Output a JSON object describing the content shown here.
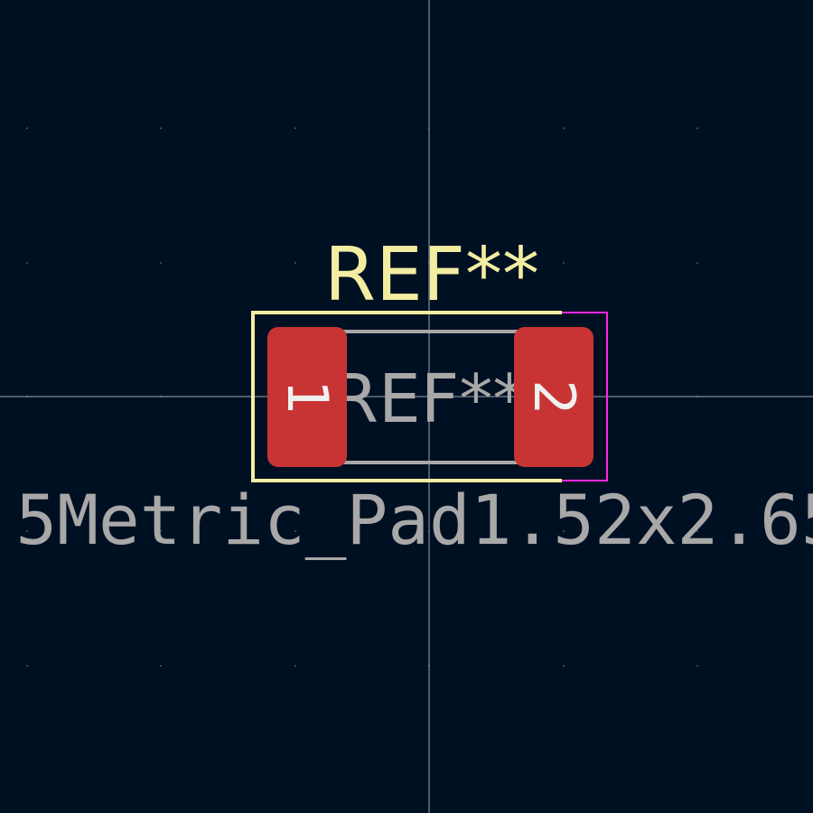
{
  "colors": {
    "background": "#001023",
    "grid_dot": "#4a5566",
    "crosshair": "#b8bec7",
    "silkscreen": "#f2eda1",
    "courtyard": "#ff26e2",
    "fabrication": "#a8a8a8",
    "pad": "#c83434",
    "pad_number": "#f0f0f0"
  },
  "footprint": {
    "reference_silkscreen": "REF**",
    "reference_fab": "REF**",
    "value": "Metric_Pad1.52x2.65",
    "value_leading_fragment": "5",
    "pads": [
      {
        "number": "1"
      },
      {
        "number": "2"
      }
    ]
  }
}
